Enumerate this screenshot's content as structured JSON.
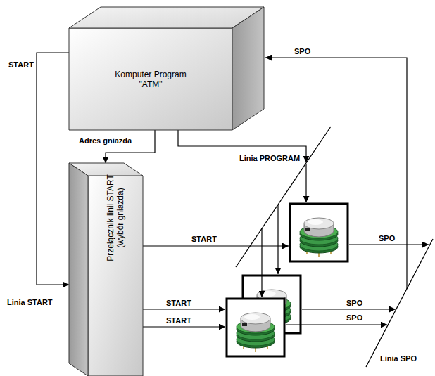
{
  "diagram": {
    "nodes": [
      {
        "text": [
          "Komputer Program \"ATM\""
        ]
      },
      {
        "text": [
          "Przełącznik linii START (wybór gniazda)"
        ]
      }
    ],
    "edges": [
      {
        "from": 0,
        "to": 1,
        "arrow": "to",
        "label": "START"
      },
      {
        "from": 0,
        "to": 1,
        "arrow": "to",
        "label": "Adres gniazda"
      }
    ],
    "labels": [
      "Linia PROGRAM",
      "START",
      "START",
      "START",
      "SPO",
      "SPO",
      "SPO",
      "SPO",
      "Linia START",
      "Linia SPO"
    ]
  }
}
